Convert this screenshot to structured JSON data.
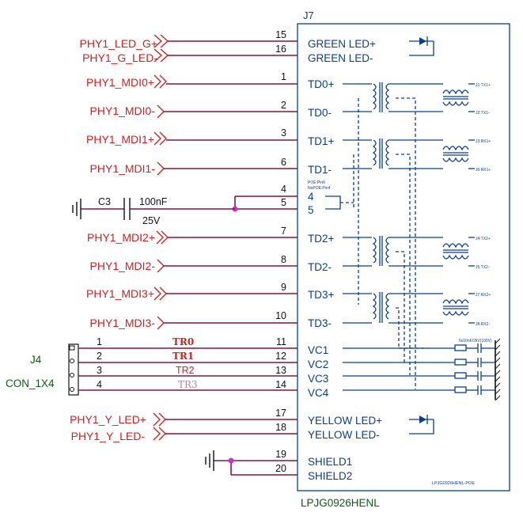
{
  "connector": {
    "ref": "J7",
    "part": "LPJG0926HENL",
    "footer": "LPJG0926HENL-POE",
    "poe_note_1": "POE:Pin6",
    "poe_note_2": "NoPOE:Pin4",
    "coupling_note": "6x10nF/2kV(100V)"
  },
  "pins": [
    {
      "net": "PHY1_LED_G+",
      "num": "15",
      "name": "GREEN LED+"
    },
    {
      "net": "PHY1_G_LED-",
      "num": "16",
      "name": "GREEN LED-"
    },
    {
      "net": "PHY1_MDI0+",
      "num": "1",
      "name": "TD0+"
    },
    {
      "net": "PHY1_MDI0-",
      "num": "2",
      "name": "TD0-"
    },
    {
      "net": "PHY1_MDI1+",
      "num": "3",
      "name": "TD1+"
    },
    {
      "net": "PHY1_MDI1-",
      "num": "6",
      "name": "TD1-"
    },
    {
      "net": "",
      "num": "4",
      "name": "4"
    },
    {
      "net": "",
      "num": "5",
      "name": "5"
    },
    {
      "net": "PHY1_MDI2+",
      "num": "7",
      "name": "TD2+"
    },
    {
      "net": "PHY1_MDI2-",
      "num": "8",
      "name": "TD2-"
    },
    {
      "net": "PHY1_MDI3+",
      "num": "9",
      "name": "TD3+"
    },
    {
      "net": "PHY1_MDI3-",
      "num": "10",
      "name": "TD3-"
    },
    {
      "net": "",
      "num": "11",
      "name": "VC1"
    },
    {
      "net": "",
      "num": "12",
      "name": "VC2"
    },
    {
      "net": "",
      "num": "13",
      "name": "VC3"
    },
    {
      "net": "",
      "num": "14",
      "name": "VC4"
    },
    {
      "net": "PHY1_Y_LED+",
      "num": "17",
      "name": "YELLOW LED+"
    },
    {
      "net": "PHY1_Y_LED-",
      "num": "18",
      "name": "YELLOW LED-"
    },
    {
      "net": "",
      "num": "19",
      "name": "SHIELD1"
    },
    {
      "net": "",
      "num": "20",
      "name": "SHIELD2"
    }
  ],
  "capacitor": {
    "ref": "C3",
    "value": "100nF",
    "voltage": "25V"
  },
  "header": {
    "ref": "J4",
    "part": "CON_1X4",
    "pins": [
      "1",
      "2",
      "3",
      "4"
    ],
    "traces": [
      "TR0",
      "TR1",
      "TR2",
      "TR3"
    ]
  },
  "transformer_labels": [
    "J1:TX1+",
    "J2:TX1-",
    "J3:RX1+",
    "J6:RX1+",
    "J4:TX2+",
    "J5:TX2-",
    "J7:RX2+",
    "J8:RX2-"
  ]
}
